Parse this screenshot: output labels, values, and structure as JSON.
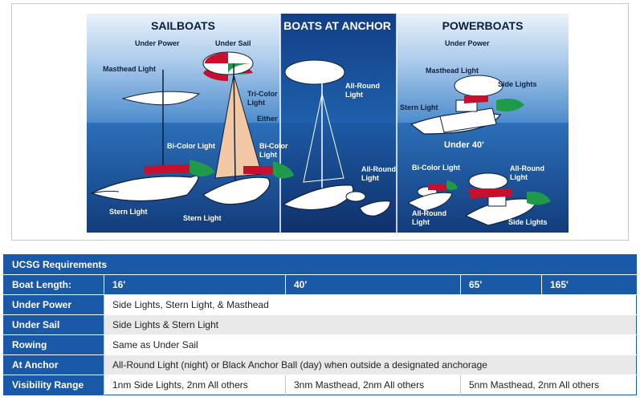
{
  "diagram": {
    "headings": {
      "sailboats": "SAILBOATS",
      "anchor": "BOATS AT ANCHOR",
      "powerboats": "POWERBOATS"
    },
    "labels": {
      "sail_under_power": "Under Power",
      "sail_under_sail": "Under Sail",
      "sail_masthead": "Masthead Light",
      "tri_color_1": "Tri-Color",
      "tri_color_2": "Light",
      "either": "Either",
      "bicolor_left": "Bi-Color Light",
      "bicolor_right_1": "Bi-Color",
      "bicolor_right_2": "Light",
      "stern_left": "Stern Light",
      "stern_right": "Stern Light",
      "anchor_allround_1": "All-Round",
      "anchor_allround_2": "Light",
      "anchor_allround_small_1": "All-Round",
      "anchor_allround_small_2": "Light",
      "power_under_power": "Under Power",
      "power_masthead": "Masthead Light",
      "power_side": "Side Lights",
      "power_stern": "Stern Light",
      "under_40": "Under 40'",
      "power_bicolor": "Bi-Color Light",
      "power_allround_1": "All-Round",
      "power_allround_2": "Light",
      "power_allround_left_1": "All-Round",
      "power_allround_left_2": "Light",
      "power_side_bottom": "Side Lights"
    },
    "colors": {
      "sky": "#1f66b0",
      "water": "#2b73bd",
      "red_light": "#c8102e",
      "green_light": "#1e9a4a"
    }
  },
  "table": {
    "title": "UCSG Requirements",
    "length_header": "Boat Length:",
    "lengths": [
      "16'",
      "40'",
      "65'",
      "165'"
    ],
    "rows": [
      {
        "label": "Under Power",
        "value": "Side Lights, Stern Light, & Masthead"
      },
      {
        "label": "Under Sail",
        "value": "Side Lights & Stern Light"
      },
      {
        "label": "Rowing",
        "value": "Same as Under Sail"
      },
      {
        "label": "At Anchor",
        "value": "All-Round Light (night) or Black Anchor Ball (day) when outside a designated anchorage"
      }
    ],
    "visibility": {
      "label": "Visibility Range",
      "values": [
        "1nm Side Lights, 2nm All others",
        "3nm Masthead, 2nm All others",
        "5nm Masthead, 2nm All others"
      ]
    }
  }
}
